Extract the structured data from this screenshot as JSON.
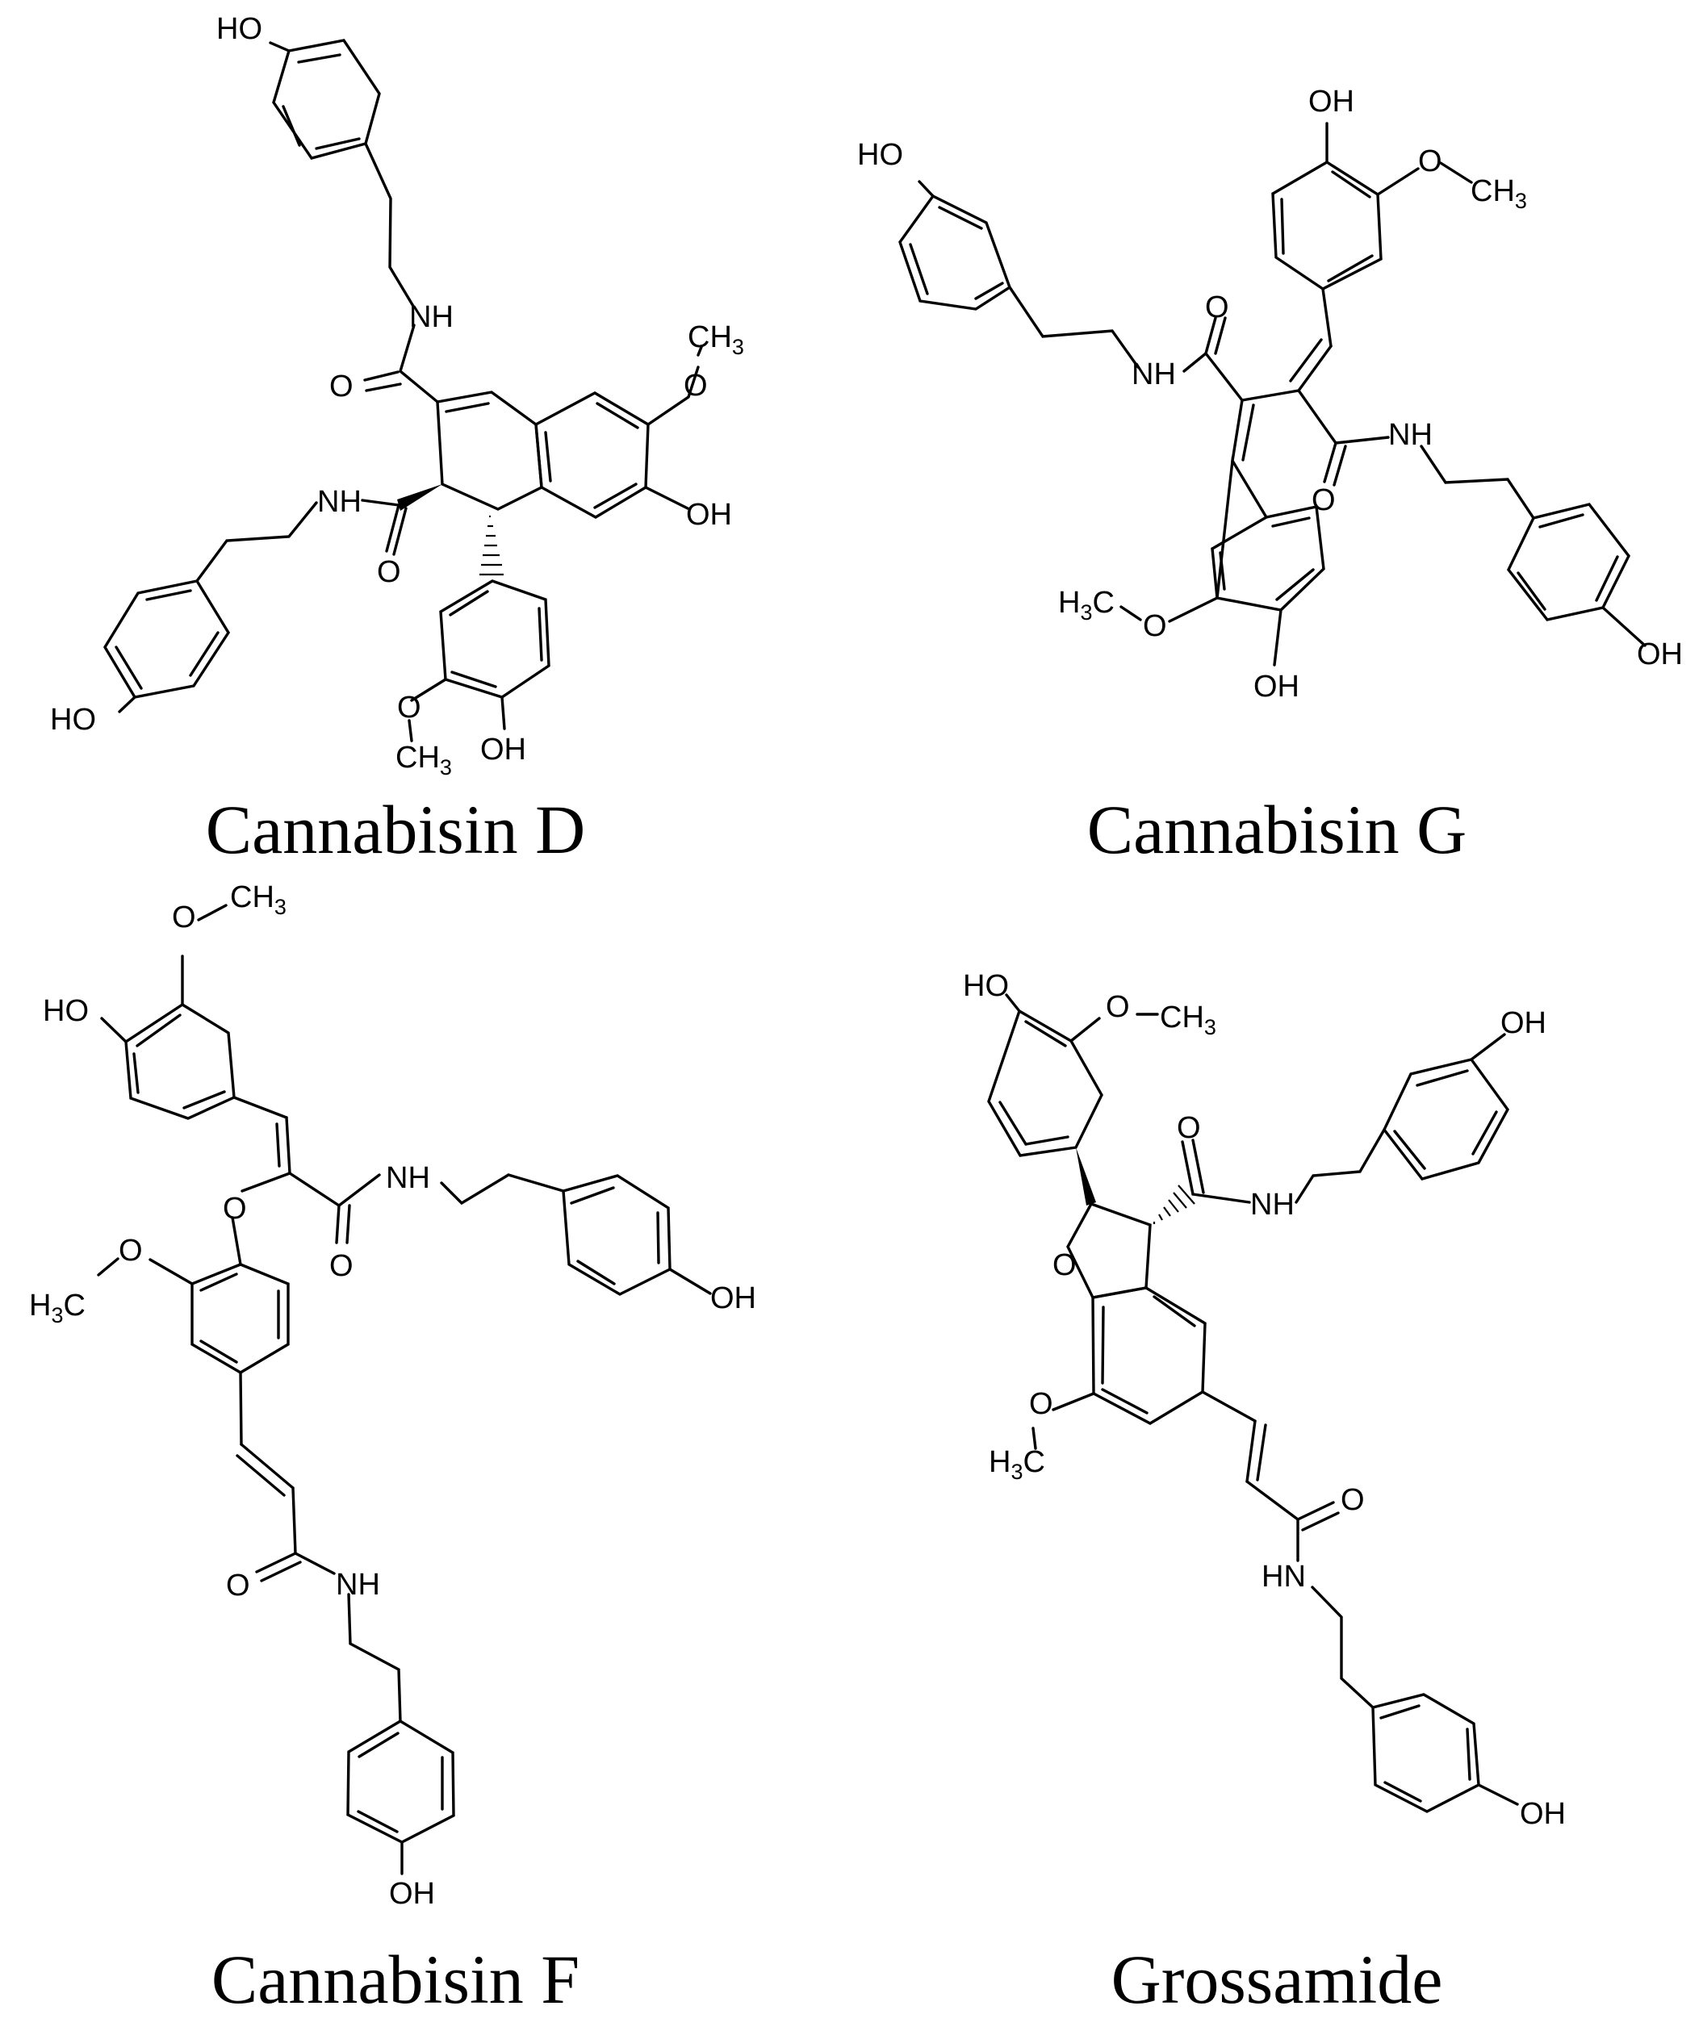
{
  "figure": {
    "compounds": [
      {
        "name": "Cannabisin D"
      },
      {
        "name": "Cannabisin G"
      },
      {
        "name": "Cannabisin F"
      },
      {
        "name": "Grossamide"
      }
    ]
  },
  "atoms": {
    "oh": "OH",
    "ho": "HO",
    "nh": "NH",
    "hn": "HN",
    "o": "O",
    "ch3_c": "CH",
    "ch3_3": "3",
    "h3c_h": "H",
    "h3c_3": "3",
    "h3c_c": "C"
  }
}
